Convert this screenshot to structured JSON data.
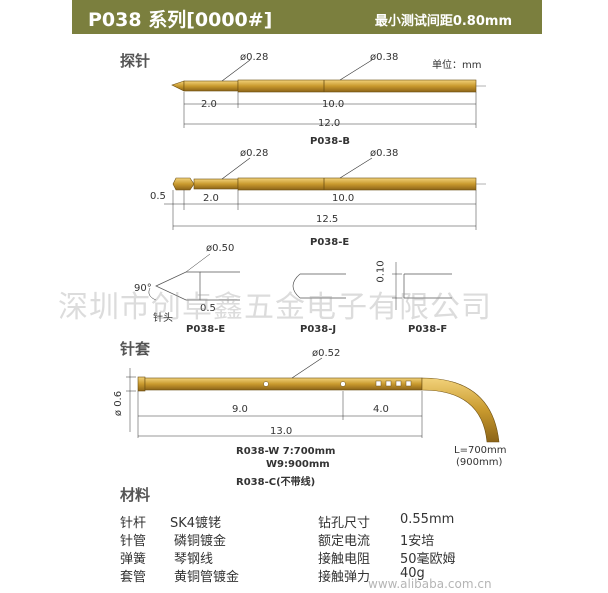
{
  "header": {
    "title": "P038 系列[0000#]",
    "spec": "最小测试间距0.80mm"
  },
  "sections": {
    "probe": "探针",
    "sleeve": "针套",
    "material": "材料"
  },
  "unit": "单位：mm",
  "probe_b": {
    "dia_small": "ø0.28",
    "dia_large": "ø0.38",
    "dim_tip": "2.0",
    "dim_body": "10.0",
    "dim_total": "12.0",
    "name": "P038-B"
  },
  "probe_e": {
    "dia_small": "ø0.28",
    "dia_large": "ø0.38",
    "dim_head": "0.5",
    "dim_tip": "2.0",
    "dim_body": "10.0",
    "dim_total": "12.5",
    "name": "P038-E"
  },
  "tips": {
    "e_dia": "ø0.50",
    "e_angle": "90°",
    "e_len": "0.5",
    "e_label": "针头",
    "e_name": "P038-E",
    "j_name": "P038-J",
    "f_dim": "0.10",
    "f_name": "P038-F"
  },
  "sleeve": {
    "dia": "ø0.52",
    "od": "ø 0.6",
    "dim_a": "9.0",
    "dim_b": "4.0",
    "dim_total": "13.0",
    "name_lines": [
      "R038-W 7:700mm",
      "W9:900mm",
      "R038-C(不带线)"
    ],
    "length_lines": [
      "L=700mm",
      "(900mm)"
    ]
  },
  "materials": [
    {
      "k1": "针杆",
      "v1": "SK4镀铑",
      "k2": "钻孔尺寸",
      "v2": "0.55mm"
    },
    {
      "k1": "针管",
      "v1": "磷铜镀金",
      "k2": "额定电流",
      "v2": "1安培"
    },
    {
      "k1": "弹簧",
      "v1": "琴钢线",
      "k2": "接触电阻",
      "v2": "50毫欧姆"
    },
    {
      "k1": "套管",
      "v1": "黄铜管镀金",
      "k2": "接触弹力",
      "v2": "40g"
    }
  ],
  "watermark": {
    "company": "深圳市创卓鑫五金电子有限公司",
    "site": "www.alibaba.com.cn"
  }
}
